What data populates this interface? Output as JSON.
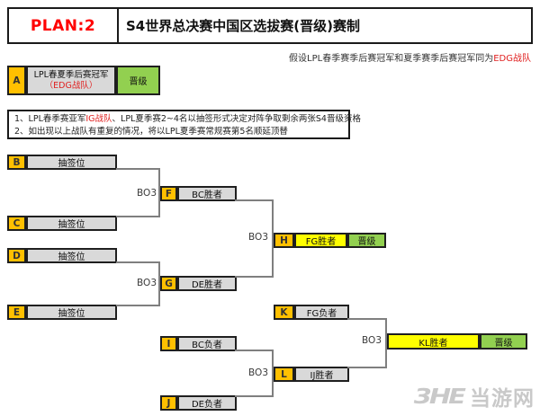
{
  "header": {
    "plan_label": "PLAN:2",
    "title": "S4世界总决赛中国区选拔赛(晋级)赛制"
  },
  "assumption": {
    "prefix": "假设LPL春季赛季后赛冠军和夏季赛季后赛冠军同为",
    "highlight": "EDG战队"
  },
  "seed_a": {
    "letter": "A",
    "line1": "LPL春夏季后赛冠军",
    "line2": "（EDG战队）",
    "promote": "晋级"
  },
  "notes": {
    "line1_prefix": "1、LPL春季赛亚军",
    "line1_highlight": "IG战队",
    "line1_suffix": "、LPL夏季赛2~4名以抽签形式决定对阵争取剩余两张S4晋级资格",
    "line2": "2、如出现以上战队有重复的情况，将以LPL夏季赛常规赛第5名顺延顶替"
  },
  "bracket": {
    "bo3_label": "BO3",
    "slots": {
      "b": {
        "letter": "B",
        "label": "抽签位"
      },
      "c": {
        "letter": "C",
        "label": "抽签位"
      },
      "d": {
        "letter": "D",
        "label": "抽签位"
      },
      "e": {
        "letter": "E",
        "label": "抽签位"
      },
      "f": {
        "letter": "F",
        "label": "BC胜者"
      },
      "g": {
        "letter": "G",
        "label": "DE胜者"
      },
      "h": {
        "letter": "H",
        "label": "FG胜者",
        "promote": "晋级"
      },
      "i": {
        "letter": "I",
        "label": "BC负者"
      },
      "j": {
        "letter": "J",
        "label": "DE负者"
      },
      "k": {
        "letter": "K",
        "label": "FG负者"
      },
      "l": {
        "letter": "L",
        "label": "IJ胜者"
      },
      "final": {
        "label": "KL胜者",
        "promote": "晋级"
      }
    }
  },
  "watermark": {
    "logo": "3HE",
    "text": "当游网"
  },
  "colors": {
    "seed_orange": "#FFC000",
    "slot_gray": "#D9D9D9",
    "promote_green": "#92D050",
    "winner_yellow": "#FFFF00",
    "accent_red": "#FF0000",
    "connector_gray": "#7F7F7F"
  }
}
